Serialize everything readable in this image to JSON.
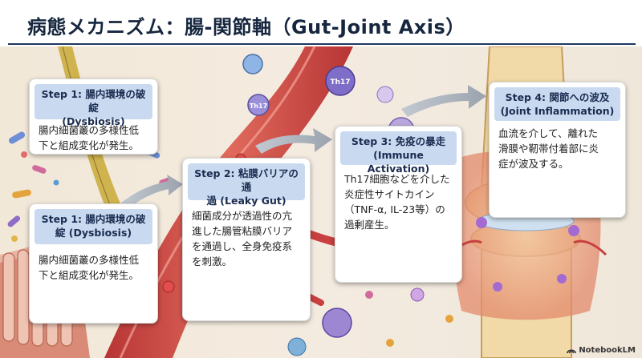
{
  "title": "病態メカニズム：腸-関節軸（Gut-Joint Axis）",
  "cards": [
    {
      "heading_line1": "Step 1: 腸内環境の破綻",
      "heading_line2": "(Dysbiosis)",
      "body_lines": [
        "腸内細菌叢の多様性低",
        "下と組成変化が発生。"
      ]
    },
    {
      "heading_line1": "Step 1: 腸内環境の破",
      "heading_line2": "綻 (Dysbiosis)",
      "body_lines": [
        "腸内細菌叢の多様性低",
        "下と組成変化が発生。"
      ]
    },
    {
      "heading_line1": "Step 2: 粘膜バリアの通",
      "heading_line2": "過 (Leaky Gut)",
      "body_lines": [
        "細菌成分が透過性の亢",
        "進した腸管粘膜バリア",
        "を通過し、全身免疫系",
        "を刺激。"
      ]
    },
    {
      "heading_line1": "Step 3: 免疫の暴走",
      "heading_line2": "(Immune Activation)",
      "body_lines": [
        "Th17細胞などを介した",
        "炎症性サイトカイン",
        "（TNF-α, IL-23等）の",
        "過剰産生。"
      ]
    },
    {
      "heading_line1": "Step 4: 関節への波及",
      "heading_line2": "(Joint Inflammation)",
      "body_lines": [
        "血流を介して、離れた",
        "滑膜や靭帯付着部に炎",
        "症が波及する。"
      ]
    }
  ],
  "cell_labels": [
    "Th17",
    "Th17"
  ],
  "watermark": "NotebookLM",
  "colors": {
    "title": "#16263f",
    "rule": "#1e3760",
    "card_head_bg": "#c9daf0",
    "vessel": "#c84040",
    "bone": "#f1d9a8"
  }
}
